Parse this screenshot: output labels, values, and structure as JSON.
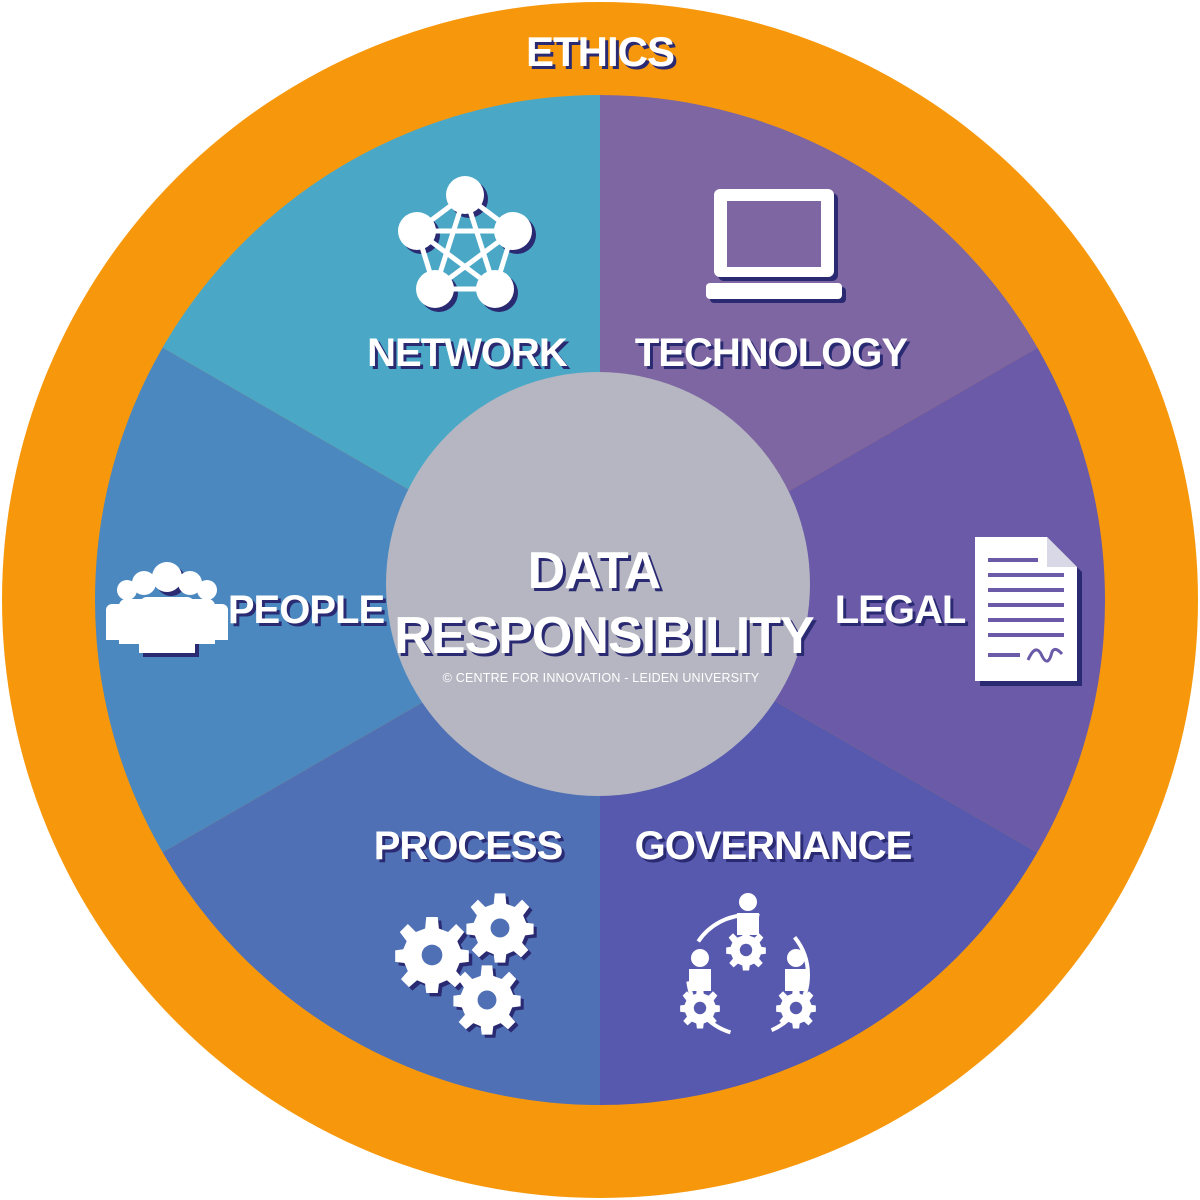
{
  "diagram": {
    "ring_label": "ETHICS",
    "center": {
      "line1": "DATA",
      "line2": "RESPONSIBILITY",
      "credit": "© CENTRE FOR INNOVATION - LEIDEN UNIVERSITY"
    },
    "segments": [
      {
        "key": "network",
        "label": "NETWORK",
        "color": "#4aa8c6",
        "icon": "network-icon"
      },
      {
        "key": "technology",
        "label": "TECHNOLOGY",
        "color": "#7e66a3",
        "icon": "laptop-icon"
      },
      {
        "key": "legal",
        "label": "LEGAL",
        "color": "#6a5aa8",
        "icon": "document-icon"
      },
      {
        "key": "governance",
        "label": "GOVERNANCE",
        "color": "#5759ae",
        "icon": "governance-icon"
      },
      {
        "key": "process",
        "label": "PROCESS",
        "color": "#5070b6",
        "icon": "gears-icon"
      },
      {
        "key": "people",
        "label": "PEOPLE",
        "color": "#4a88bf",
        "icon": "people-icon"
      }
    ],
    "colors": {
      "ring": "#f7980c",
      "center": "#b5b6c1",
      "text_shadow": "#2a2a72",
      "icon": "#ffffff"
    }
  }
}
